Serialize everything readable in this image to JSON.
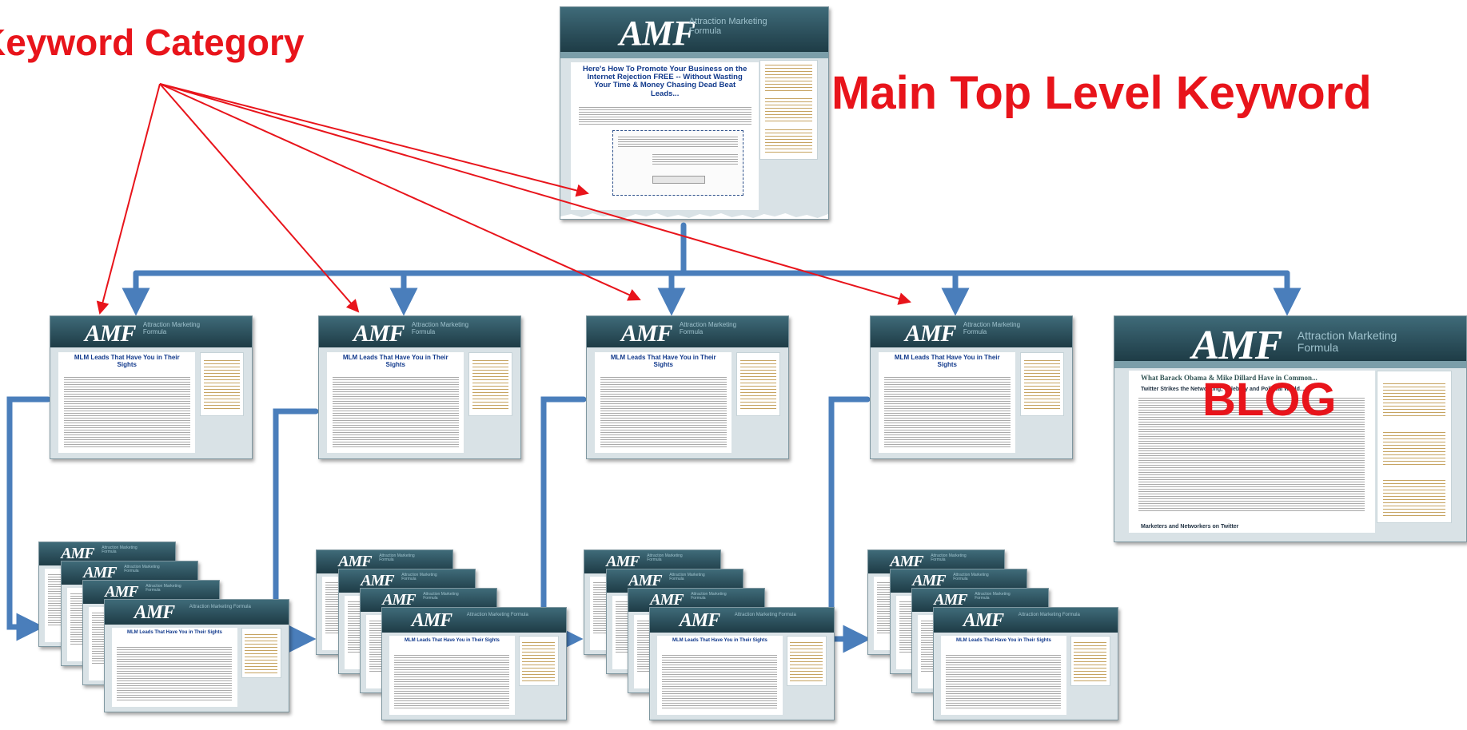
{
  "labels": {
    "keyword_category": "Keyword Category",
    "main_keyword": "Main Top Level Keyword",
    "blog": "BLOG"
  },
  "site": {
    "logo": "AMF",
    "logo_sub": "Attraction Marketing Formula",
    "page_heading": "MLM Leads That Have You in Their Sights",
    "home_heading": "Here's How To Promote Your Business on the Internet Rejection FREE -- Without Wasting Your Time & Money Chasing Dead Beat Leads...",
    "blog_post_title": "What Barack Obama & Mike Dillard Have in Common...",
    "blog_subtitle": "Twitter Strikes the Networking, Celebrity and Political World...",
    "blog_footer": "Marketers and Networkers on Twitter"
  },
  "colors": {
    "label_red": "#e8141b",
    "tree_blue": "#4a7ebb",
    "arrow_red": "#e8141b"
  }
}
